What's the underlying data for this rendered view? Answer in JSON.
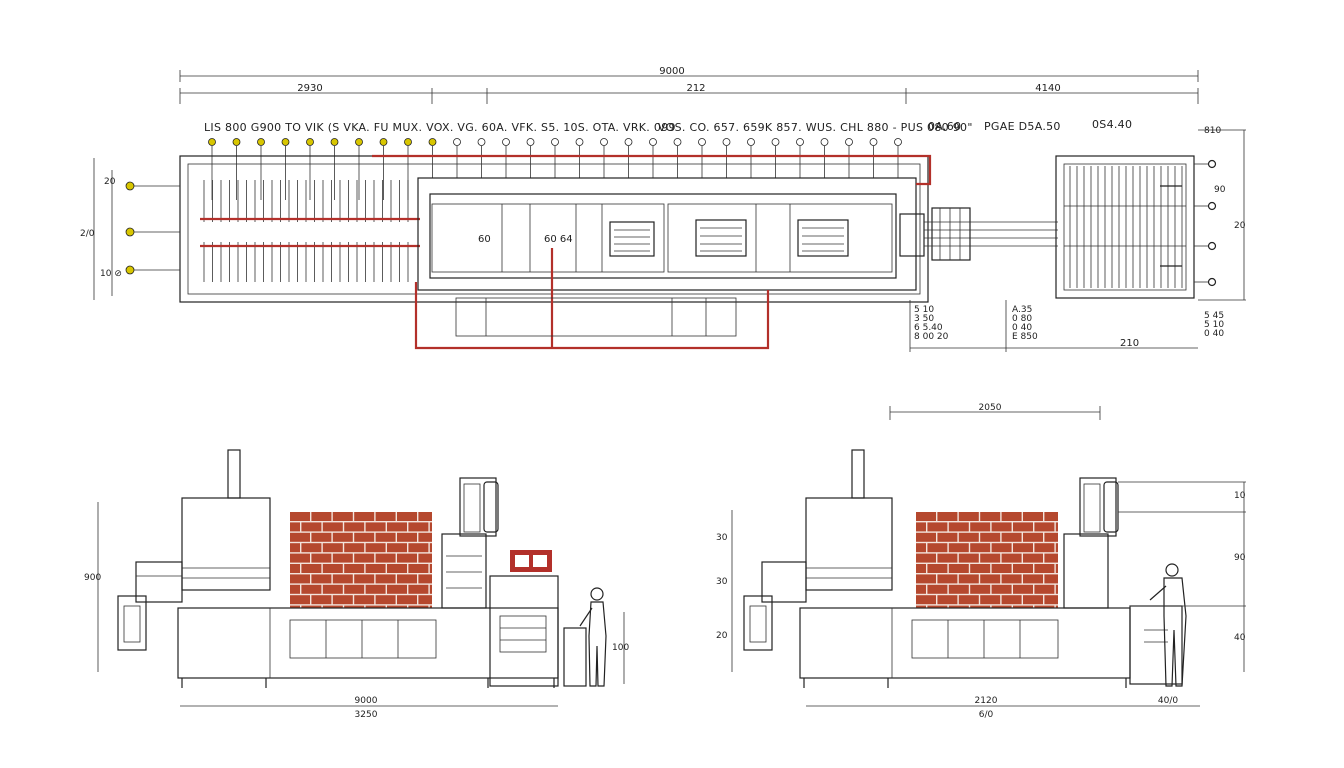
{
  "top_view": {
    "dim_overall": "9000",
    "dim_left": "2930",
    "dim_mid": "212",
    "dim_right": "4140",
    "label_row": "LIS 800 G900 TO VIK (S VKA. FU MUX. VOX. VG. 60A. VFK. S5. 10S. OTA. VRK. 099",
    "label_row_2": "VOS. CO. 657. 659K 857. WUS. CHL 880 - PUS 080   90\"",
    "label_right_a": "0A.60",
    "label_right_b": "PGAE D5A.50",
    "label_right_c": "0S4.40",
    "section_a_value": "60",
    "section_b_value": "60   64",
    "left_dim_1": "20",
    "left_dim_2": "2/0",
    "left_dim_3": "10 ⊘",
    "sub_dim_1": "5 10\n3 50\n6 5.40\n8 00 20",
    "sub_dim_2": "A.35\n0 80\n0 40\nE 850",
    "sub_dim_3": "5 45\n5 10\n0 40",
    "right_v_1": "810",
    "right_v_2": "20",
    "right_v_3": "90",
    "bottom_right": "210"
  },
  "elev_left": {
    "dim_bottom_1": "9000",
    "dim_bottom_2": "3250",
    "dim_left": "900",
    "dim_right": "100"
  },
  "elev_right": {
    "dim_top": "2050",
    "dim_bottom_1": "2120",
    "dim_bottom_2": "6/0",
    "dim_bottom_right": "40/0",
    "dim_left_1": "30",
    "dim_left_2": "30",
    "dim_left_3": "20",
    "dim_right_1": "10",
    "dim_right_2": "90",
    "dim_right_3": "40"
  },
  "colors": {
    "line": "#222222",
    "accent": "#b3302a",
    "brick": "#b5482e",
    "marker": "#d8c600"
  }
}
